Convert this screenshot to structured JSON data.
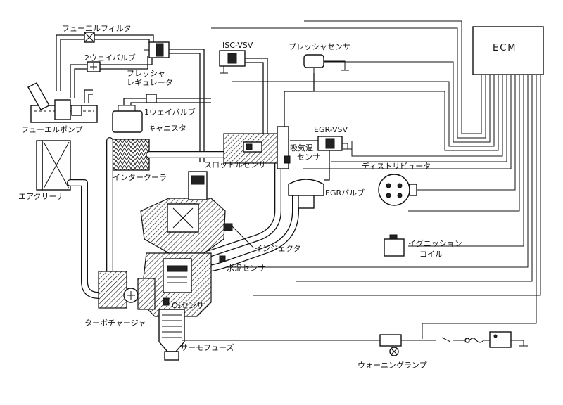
{
  "labels": {
    "fuel_filter": "フューエルフィルタ",
    "two_way_valve": "2ウェイバルブ",
    "pressure_regulator_1": "プレッシャ",
    "pressure_regulator_2": "レギュレータ",
    "one_way_valve": "1ウェイバルブ",
    "canister": "キャニスタ",
    "fuel_pump": "フューエルポンプ",
    "isc_vsv": "ISC-VSV",
    "pressure_sensor": "プレッシャセンサ",
    "ecm": "ECM",
    "egr_vsv": "EGR-VSV",
    "intake_temp_sensor_1": "吸気温",
    "intake_temp_sensor_2": "センサ",
    "throttle_sensor": "スロットルセンサ",
    "intercooler": "インタークーラ",
    "air_cleaner": "エアクリーナ",
    "distributor": "ディストリビュータ",
    "egr_valve": "EGRバルブ",
    "injector": "インジェクタ",
    "ignition_coil_1": "イグニッション",
    "ignition_coil_2": "コイル",
    "water_temp_sensor": "水温センサ",
    "o2_sensor": "O₂センサ",
    "turbocharger": "ターボチャージャ",
    "thermo_fuse": "サーモフューズ",
    "warning_lamp": "ウォーニングランプ"
  }
}
